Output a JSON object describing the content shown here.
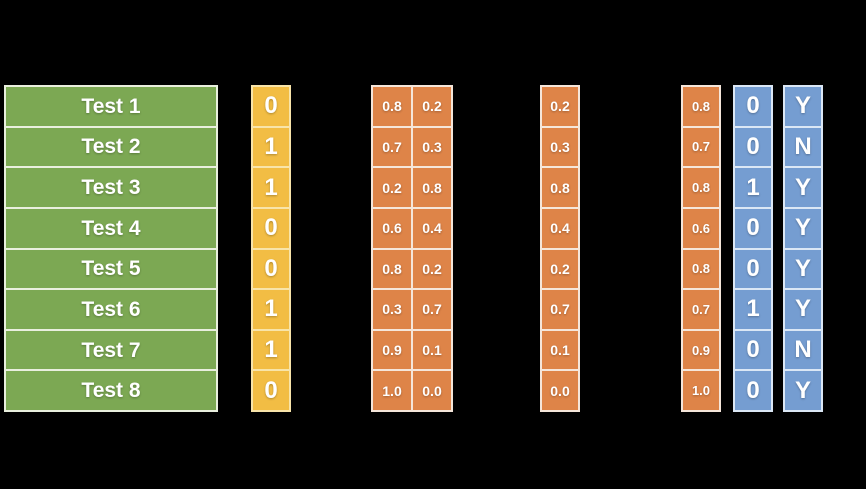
{
  "colors": {
    "background": "#000000",
    "green_fill": "#7CA853",
    "green_border": "#E9EFDE",
    "yellow_fill": "#F2BD44",
    "yellow_border": "#F8E4A9",
    "orange_fill": "#DE8448",
    "orange_border": "#F5E6DA",
    "blue_fill": "#759DD1",
    "blue_border": "#DBE7F5",
    "text": "#FFFFFF"
  },
  "chart_data": {
    "type": "table",
    "columns": [
      "test-name",
      "true-label",
      "probability-class0",
      "probability-class1",
      "selected-class1-probability",
      "max-probability",
      "predicted-label",
      "correct-flag"
    ],
    "tests": [
      "Test 1",
      "Test 2",
      "Test 3",
      "Test 4",
      "Test 5",
      "Test 6",
      "Test 7",
      "Test 8"
    ],
    "true_labels": [
      "0",
      "1",
      "1",
      "0",
      "0",
      "1",
      "1",
      "0"
    ],
    "prob_pairs": [
      [
        "0.8",
        "0.2"
      ],
      [
        "0.7",
        "0.3"
      ],
      [
        "0.2",
        "0.8"
      ],
      [
        "0.6",
        "0.4"
      ],
      [
        "0.8",
        "0.2"
      ],
      [
        "0.3",
        "0.7"
      ],
      [
        "0.9",
        "0.1"
      ],
      [
        "1.0",
        "0.0"
      ]
    ],
    "class1_probs": [
      "0.2",
      "0.3",
      "0.8",
      "0.4",
      "0.2",
      "0.7",
      "0.1",
      "0.0"
    ],
    "max_probs": [
      "0.8",
      "0.7",
      "0.8",
      "0.6",
      "0.8",
      "0.7",
      "0.9",
      "1.0"
    ],
    "predictions": [
      "0",
      "0",
      "1",
      "0",
      "0",
      "1",
      "0",
      "0"
    ],
    "correct_flags": [
      "Y",
      "N",
      "Y",
      "Y",
      "Y",
      "Y",
      "N",
      "Y"
    ]
  },
  "rows": [
    {
      "test": "Test 1",
      "label": "0",
      "p0": "0.8",
      "p1": "0.2",
      "pc1": "0.2",
      "pmax": "0.8",
      "pred": "0",
      "ok": "Y"
    },
    {
      "test": "Test 2",
      "label": "1",
      "p0": "0.7",
      "p1": "0.3",
      "pc1": "0.3",
      "pmax": "0.7",
      "pred": "0",
      "ok": "N"
    },
    {
      "test": "Test 3",
      "label": "1",
      "p0": "0.2",
      "p1": "0.8",
      "pc1": "0.8",
      "pmax": "0.8",
      "pred": "1",
      "ok": "Y"
    },
    {
      "test": "Test 4",
      "label": "0",
      "p0": "0.6",
      "p1": "0.4",
      "pc1": "0.4",
      "pmax": "0.6",
      "pred": "0",
      "ok": "Y"
    },
    {
      "test": "Test 5",
      "label": "0",
      "p0": "0.8",
      "p1": "0.2",
      "pc1": "0.2",
      "pmax": "0.8",
      "pred": "0",
      "ok": "Y"
    },
    {
      "test": "Test 6",
      "label": "1",
      "p0": "0.3",
      "p1": "0.7",
      "pc1": "0.7",
      "pmax": "0.7",
      "pred": "1",
      "ok": "Y"
    },
    {
      "test": "Test 7",
      "label": "1",
      "p0": "0.9",
      "p1": "0.1",
      "pc1": "0.1",
      "pmax": "0.9",
      "pred": "0",
      "ok": "N"
    },
    {
      "test": "Test 8",
      "label": "0",
      "p0": "1.0",
      "p1": "0.0",
      "pc1": "0.0",
      "pmax": "1.0",
      "pred": "0",
      "ok": "Y"
    }
  ]
}
